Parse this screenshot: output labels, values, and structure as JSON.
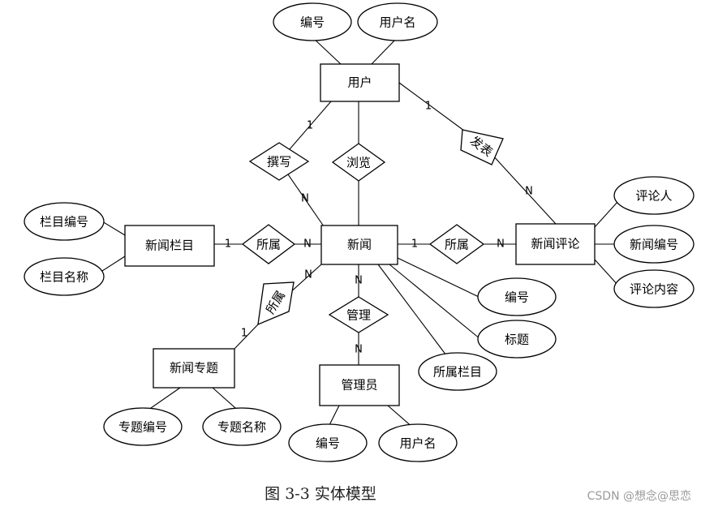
{
  "entities": {
    "user": "用户",
    "news": "新闻",
    "column": "新闻栏目",
    "comment": "新闻评论",
    "topic": "新闻专题",
    "admin": "管理员"
  },
  "relationships": {
    "write": "撰写",
    "browse": "浏览",
    "post": "发表",
    "belong_column": "所属",
    "belong_comment": "所属",
    "belong_topic": "所属",
    "manage": "管理"
  },
  "attributes": {
    "user_id": "编号",
    "user_name": "用户名",
    "column_id": "栏目编号",
    "column_name": "栏目名称",
    "commenter": "评论人",
    "comment_news_id": "新闻编号",
    "comment_content": "评论内容",
    "news_id": "编号",
    "news_title": "标题",
    "news_column": "所属栏目",
    "topic_id": "专题编号",
    "topic_name": "专题名称",
    "admin_id": "编号",
    "admin_name": "用户名"
  },
  "cardinalities": {
    "write_user": "1",
    "write_news": "N",
    "post_user": "1",
    "post_comment": "N",
    "column_side": "1",
    "column_news": "N",
    "comment_news": "1",
    "comment_side": "N",
    "topic_news": "N",
    "topic_side": "1",
    "manage_news": "N",
    "manage_admin": "N"
  },
  "caption": "图 3-3 实体模型",
  "watermark": "CSDN @想念@思恋"
}
